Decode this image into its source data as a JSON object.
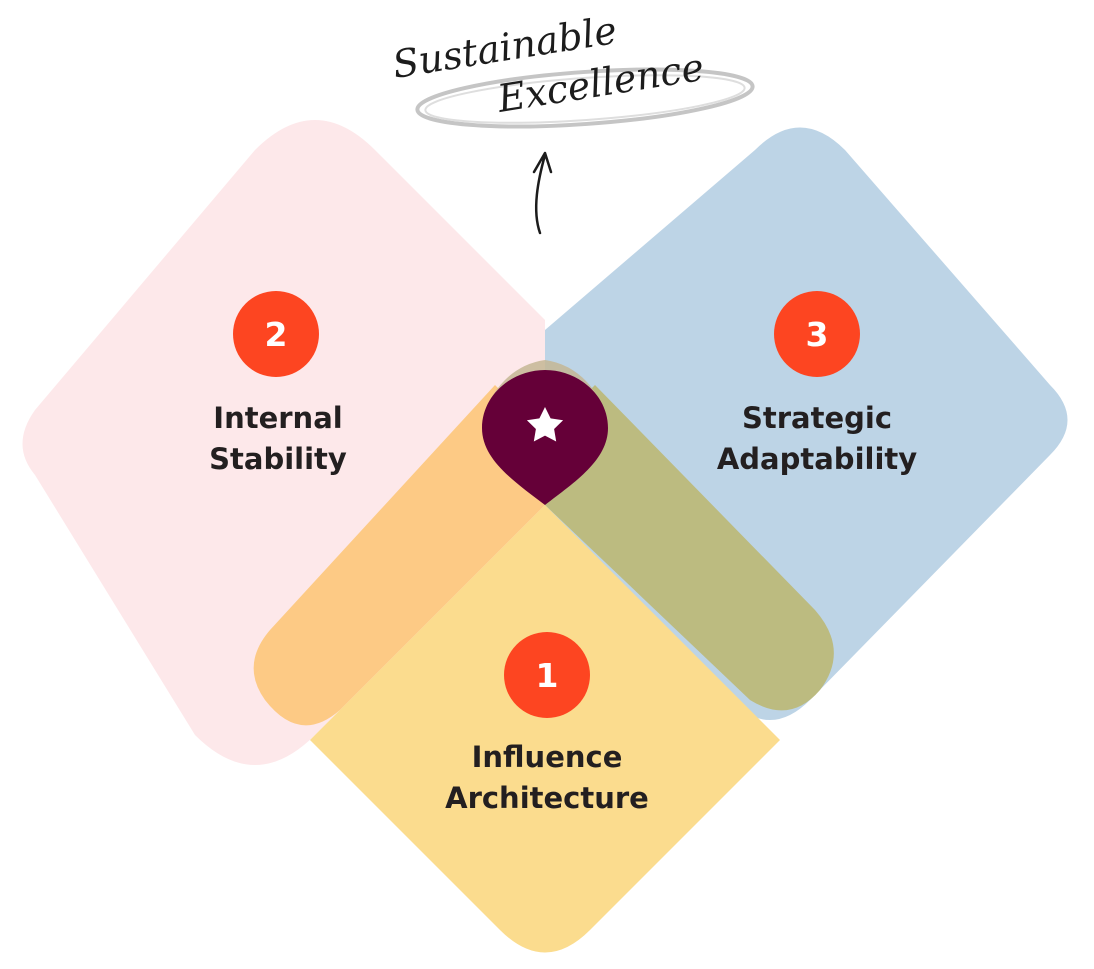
{
  "header": {
    "line1": "Sustainable",
    "line2": "Excellence"
  },
  "pillars": [
    {
      "number": "1",
      "line1": "Influence",
      "line2": "Architecture",
      "color": "#fbdc8e"
    },
    {
      "number": "2",
      "line1": "Internal",
      "line2": "Stability",
      "color": "#fde8ea"
    },
    {
      "number": "3",
      "line1": "Strategic",
      "line2": "Adaptability",
      "color": "#bdd4e6"
    }
  ],
  "overlaps": {
    "left_color": "#fdca85",
    "right_color": "#bcbb80"
  },
  "center_marker": {
    "icon": "star-icon",
    "color": "#650038"
  },
  "badge_color": "#fd4521"
}
